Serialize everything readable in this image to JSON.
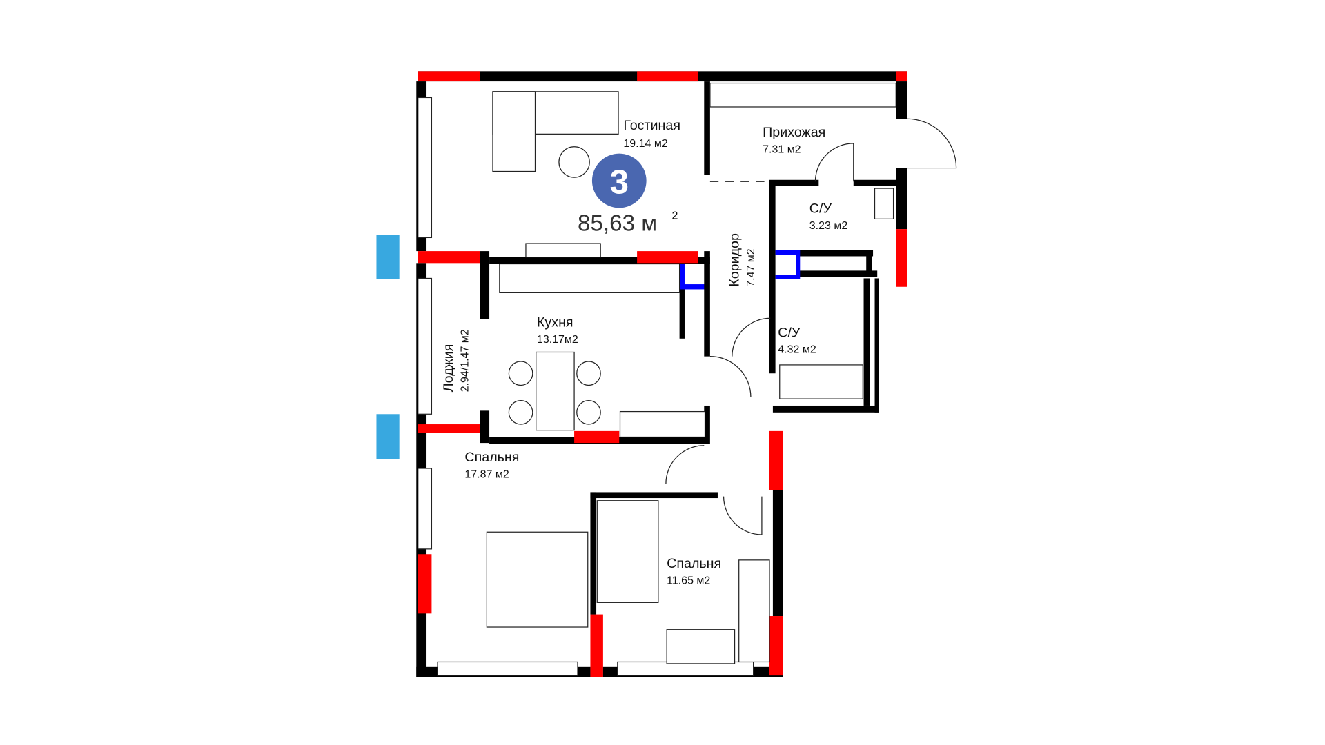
{
  "plan": {
    "rooms_count": "3",
    "total_area": "85,63 м",
    "total_area_sup": "2",
    "badge_color": "#4a67b0",
    "rooms": [
      {
        "name": "Гостиная",
        "area": "19.14 м2"
      },
      {
        "name": "Прихожая",
        "area": "7.31  м2"
      },
      {
        "name": "С/У",
        "area": "3.23  м2"
      },
      {
        "name": "Коридор",
        "area": "7.47  м2"
      },
      {
        "name": "Кухня",
        "area": "13.17м2"
      },
      {
        "name": "С/У",
        "area": "4.32  м2"
      },
      {
        "name": "Лоджия",
        "area": "2.94/1.47  м2"
      },
      {
        "name": "Спальня",
        "area": "17.87  м2"
      },
      {
        "name": "Спальня",
        "area": "11.65  м2"
      }
    ]
  }
}
